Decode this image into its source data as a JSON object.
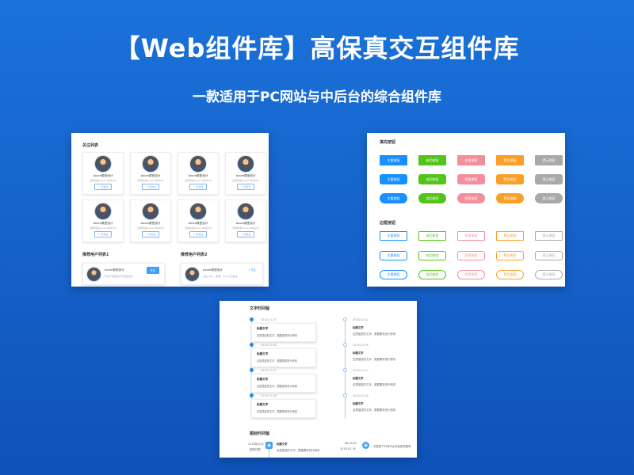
{
  "title": "【Web组件库】高保真交互组件库",
  "subtitle": "一款适用于PC网站与中后台的综合组件库",
  "follow_panel": {
    "title": "关注列表",
    "cards": [
      {
        "name": "Axure原型设计",
        "desc": "共同好友Axure (共享23)",
        "button": "✓ 已关注"
      },
      {
        "name": "Axure原型设计",
        "desc": "共同好友Axure (共享23)",
        "button": "✓ 已关注"
      },
      {
        "name": "Axure原型设计",
        "desc": "共同好友Axure (共享23)",
        "button": "✓ 已关注"
      },
      {
        "name": "Axure原型设计",
        "desc": "共同好友Axure (共享23)",
        "button": "✓ 已关注"
      },
      {
        "name": "Axure原型设计",
        "desc": "共同好友Axure (共享23)",
        "button": "✓ 已关注"
      },
      {
        "name": "Axure原型设计",
        "desc": "共同好友Axure (共享23)",
        "button": "✓ 已关注"
      },
      {
        "name": "Axure原型设计",
        "desc": "共同好友Axure (共享23)",
        "button": "✓ 已关注"
      },
      {
        "name": "Axure原型设计",
        "desc": "共同好友Axure (共享23)",
        "button": "✓ 已关注"
      }
    ],
    "rec1": {
      "title": "推荐用户列表1",
      "name": "Axure原型设计",
      "desc": "专注于原型设计与交互设计",
      "button": "关注"
    },
    "rec2": {
      "title": "推荐用户列表2",
      "name": "Axure原型设计",
      "desc": "关注 199 ，粉丝 · 571人已关注",
      "button": "+ 关注"
    }
  },
  "button_panel": {
    "fill_title": "填充按钮",
    "border_title": "边框按钮",
    "labels": [
      "主要按钮",
      "成功按钮",
      "失败按钮",
      "警告按钮",
      "提示按钮"
    ],
    "colors": [
      "#1890ff",
      "#52c41a",
      "#f38f9b",
      "#faa028",
      "#a9a9a9"
    ]
  },
  "timeline_panel": {
    "text_title": "文字时间轴",
    "icon_title": "图标时间轴",
    "left": [
      {
        "date": "2018-01-01",
        "title": "标题文字",
        "desc": "这是描述的文字，根据需求进行修改"
      },
      {
        "date": "2018-01-08",
        "title": "标题文字",
        "desc": "这是描述的文字，根据需求进行修改"
      },
      {
        "date": "2018-01-07",
        "title": "标题文字",
        "desc": "这是描述的文字，根据需求进行修改"
      },
      {
        "date": "2018-01-06",
        "title": "标题文字",
        "desc": "这是描述的文字，根据需求进行修改"
      }
    ],
    "right": [
      {
        "date": "2018-01-01",
        "title": "标题文字",
        "desc": "这是描述的文字，根据需求进行修改"
      },
      {
        "date": "2018-01-08",
        "title": "标题文字",
        "desc": "这是描述的文字，根据需求进行修改"
      },
      {
        "date": "2018-01-07",
        "title": "标题文字",
        "desc": "这是描述的文字，根据需求进行修改"
      },
      {
        "date": "2018-01-06",
        "title": "标题文字",
        "desc": "这是描述的文字，根据需求进行修改"
      }
    ],
    "icon_left": {
      "date": "2018年02月",
      "time": "星期日期",
      "title": "标题文字",
      "desc": "这是描述的文字，根据需求进行修改"
    },
    "icon_right": {
      "date": "08:00:00",
      "time": "2018-01-16",
      "desc": "可能是个时间节点可能是标题等"
    }
  }
}
